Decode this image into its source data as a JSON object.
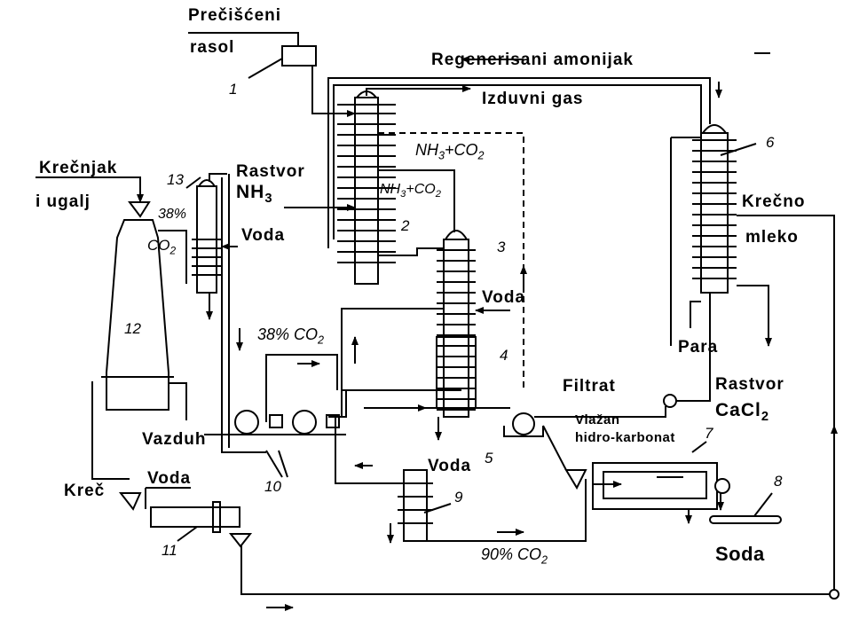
{
  "title": "",
  "labels": {
    "precisceni": "Prečišćeni",
    "rasol": "rasol",
    "regenerisani": "Regenerisani amonijak",
    "izduvni": "Izduvni gas",
    "nh3co2_top": "NH3+CO2",
    "nh3co2_mid": "NH3+CO2",
    "rastvor": "Rastvor",
    "nh3": "NH3",
    "voda_left": "Voda",
    "voda_mid": "Voda",
    "voda_bottom": "Voda",
    "voda_kiln": "Voda",
    "krecnjak": "Krečnjak",
    "i_ugalj": "i ugalj",
    "co2_38_a": "38%",
    "co2_38_a2": "CO2",
    "co2_38_b": "38% CO2",
    "co2_90": "90% CO2",
    "vazduh": "Vazduh",
    "krec": "Kreč",
    "filtrat": "Filtrat",
    "vlazan": "Vlažan",
    "hidro": "hidro-karbonat",
    "krecno": "Krečno",
    "mleko": "mleko",
    "para": "Para",
    "rastvor2": "Rastvor",
    "cacl2": "CaCl2",
    "soda": "Soda"
  },
  "numbers": {
    "n1": "1",
    "n2": "2",
    "n3": "3",
    "n4": "4",
    "n5": "5",
    "n6": "6",
    "n7": "7",
    "n8": "8",
    "n9": "9",
    "n10": "10",
    "n11": "11",
    "n12": "12",
    "n13": "13"
  }
}
